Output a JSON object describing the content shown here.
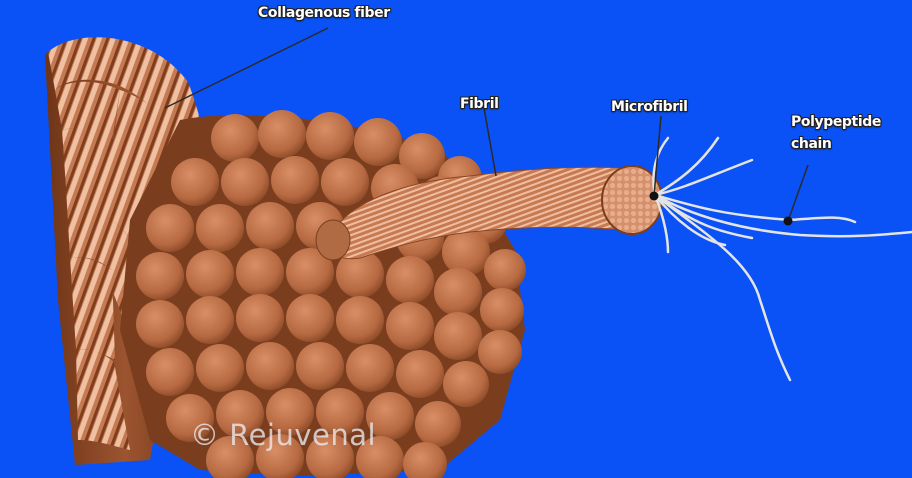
{
  "labels": {
    "collagenous_fiber": "Collagenous fiber",
    "fibril": "Fibril",
    "microfibril": "Microfibril",
    "polypeptide_line1": "Polypeptide",
    "polypeptide_line2": "chain"
  },
  "watermark": "© Rejuvenal",
  "colors": {
    "background": "#0a52f5",
    "fiber_light": "#e9b596",
    "fiber_mid": "#c7774f",
    "fiber_dark": "#7a3e1f",
    "chain": "#e4e4e4"
  }
}
